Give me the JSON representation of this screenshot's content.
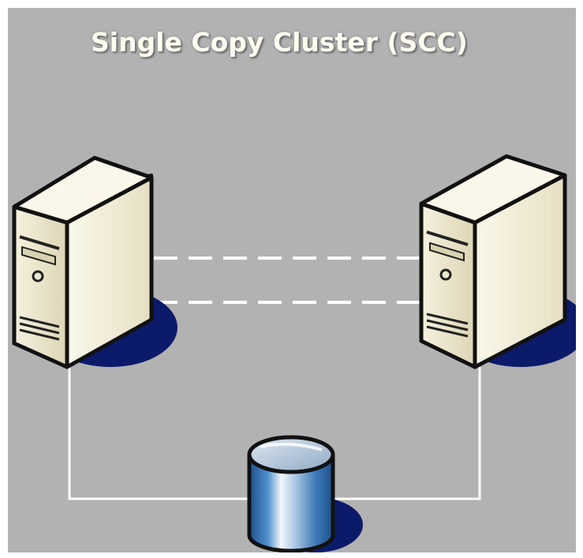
{
  "diagram": {
    "title": "Single Copy Cluster (SCC)",
    "nodes": [
      {
        "name": "left-server",
        "kind": "server"
      },
      {
        "name": "right-server",
        "kind": "server"
      },
      {
        "name": "shared-storage",
        "kind": "database-cylinder"
      }
    ],
    "connections": [
      {
        "from": "left-server",
        "to": "right-server",
        "style": "dashed",
        "count": 2
      },
      {
        "from": "left-server",
        "to": "shared-storage",
        "style": "solid"
      },
      {
        "from": "right-server",
        "to": "shared-storage",
        "style": "solid"
      }
    ],
    "colors": {
      "background": "#b2b2b2",
      "title": "#fffdf0",
      "shadow": "#0c1a6a",
      "server_body": "#ece6cc",
      "storage_blue": "#2f6fae",
      "link": "#ffffff"
    }
  }
}
